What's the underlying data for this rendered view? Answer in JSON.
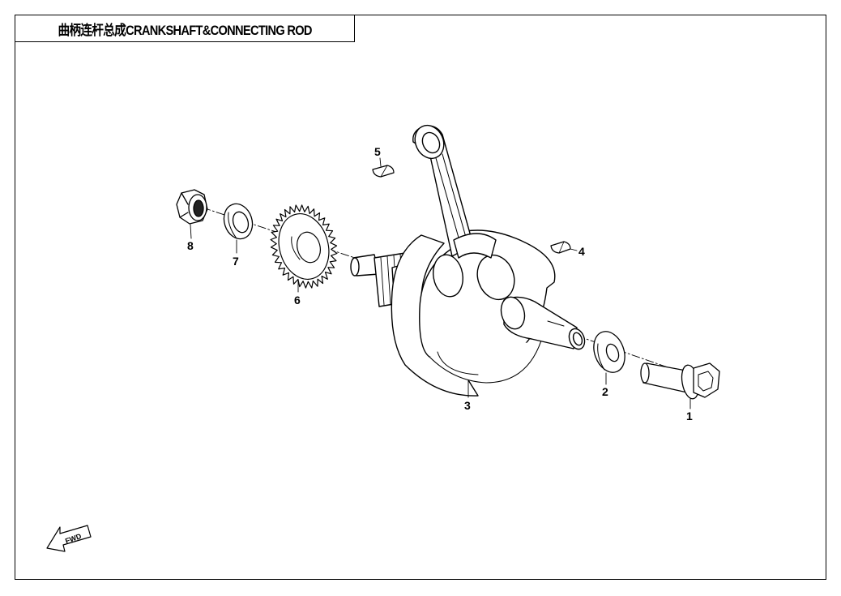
{
  "header": {
    "title": "曲柄连杆总成CRANKSHAFT&CONNECTING ROD"
  },
  "callouts": [
    {
      "id": "1",
      "label": "1"
    },
    {
      "id": "2",
      "label": "2"
    },
    {
      "id": "3",
      "label": "3"
    },
    {
      "id": "4",
      "label": "4"
    },
    {
      "id": "5",
      "label": "5"
    },
    {
      "id": "6",
      "label": "6"
    },
    {
      "id": "7",
      "label": "7"
    },
    {
      "id": "8",
      "label": "8"
    }
  ],
  "direction_marker": {
    "label": "FWD"
  }
}
